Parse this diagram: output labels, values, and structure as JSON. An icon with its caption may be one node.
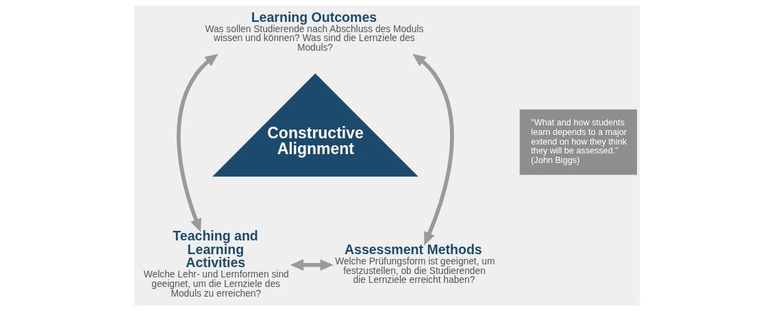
{
  "diagram": {
    "nodes": [
      {
        "text": [
          "Learning Outcomes",
          "Was sollen Studierende nach Abschluss des Moduls wissen und können? Was sind die Lernziele des Moduls?"
        ]
      },
      {
        "text": [
          "Constructive Alignment"
        ]
      },
      {
        "text": [
          "Teaching and Learning Activities",
          "Welche Lehr- und Lernformen sind geeignet, um die Lernziele des Moduls zu erreichen?"
        ]
      },
      {
        "text": [
          "Assessment Methods",
          "Welche Prüfungsform ist geeignet, um festzustellen, ob die Studierenden die Lernziele erreicht haben?"
        ]
      },
      {
        "text": [
          "\"What and how students learn depends to a major extend on how they think they will be assessed.\"",
          "(John Biggs)"
        ]
      }
    ],
    "edges": [
      {
        "from": 0,
        "to": 2,
        "arrow": "both"
      },
      {
        "from": 0,
        "to": 3,
        "arrow": "both"
      },
      {
        "from": 2,
        "to": 3,
        "arrow": "both"
      }
    ]
  }
}
